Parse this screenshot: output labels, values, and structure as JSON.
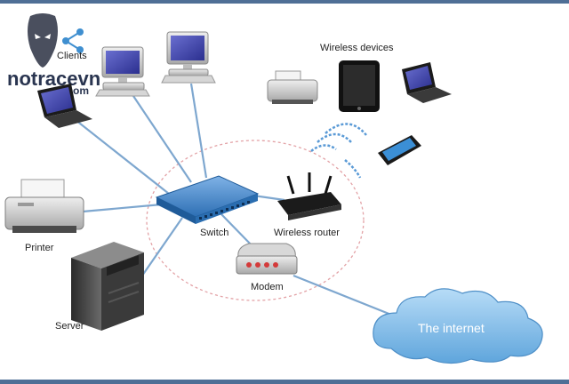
{
  "logo": {
    "brand": "notracevn",
    "domain": ".com"
  },
  "labels": {
    "clients": "Clients",
    "wireless_devices": "Wireless devices",
    "printer": "Printer",
    "switch": "Switch",
    "wireless_router": "Wireless router",
    "modem": "Modem",
    "server": "Server",
    "internet": "The internet"
  },
  "colors": {
    "frame": "#4f6f96",
    "link": "#7ea7cf",
    "ring": "#e3a2a6",
    "cloud": "#8fc3ec"
  }
}
